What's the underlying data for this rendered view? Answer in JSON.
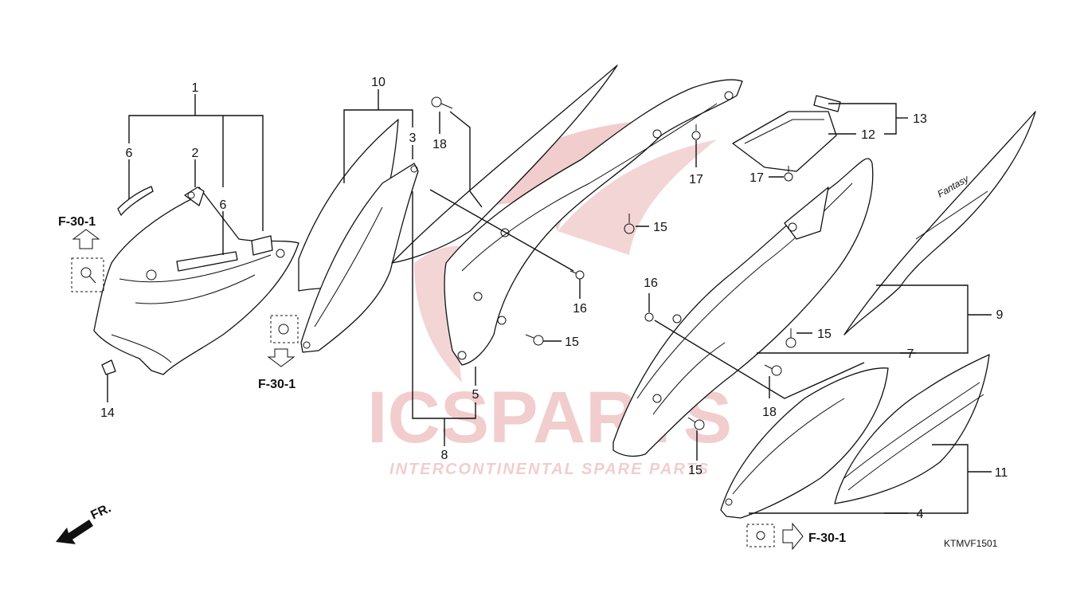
{
  "watermark": {
    "brand": "ICSPARTS",
    "tagline": "INTERCONTINENTAL SPARE PARTS",
    "color": "#e8a6a6"
  },
  "diagram_code": "KTMVF1501",
  "front_marker": "FR.",
  "ref_label": "F-30-1",
  "callouts": {
    "c1": "1",
    "c2": "2",
    "c3": "3",
    "c4": "4",
    "c5": "5",
    "c6a": "6",
    "c6b": "6",
    "c7": "7",
    "c8": "8",
    "c9": "9",
    "c10": "10",
    "c11": "11",
    "c12": "12",
    "c13": "13",
    "c14": "14",
    "c15a": "15",
    "c15b": "15",
    "c15c": "15",
    "c15d": "15",
    "c16a": "16",
    "c16b": "16",
    "c17a": "17",
    "c17b": "17",
    "c18a": "18",
    "c18b": "18"
  }
}
